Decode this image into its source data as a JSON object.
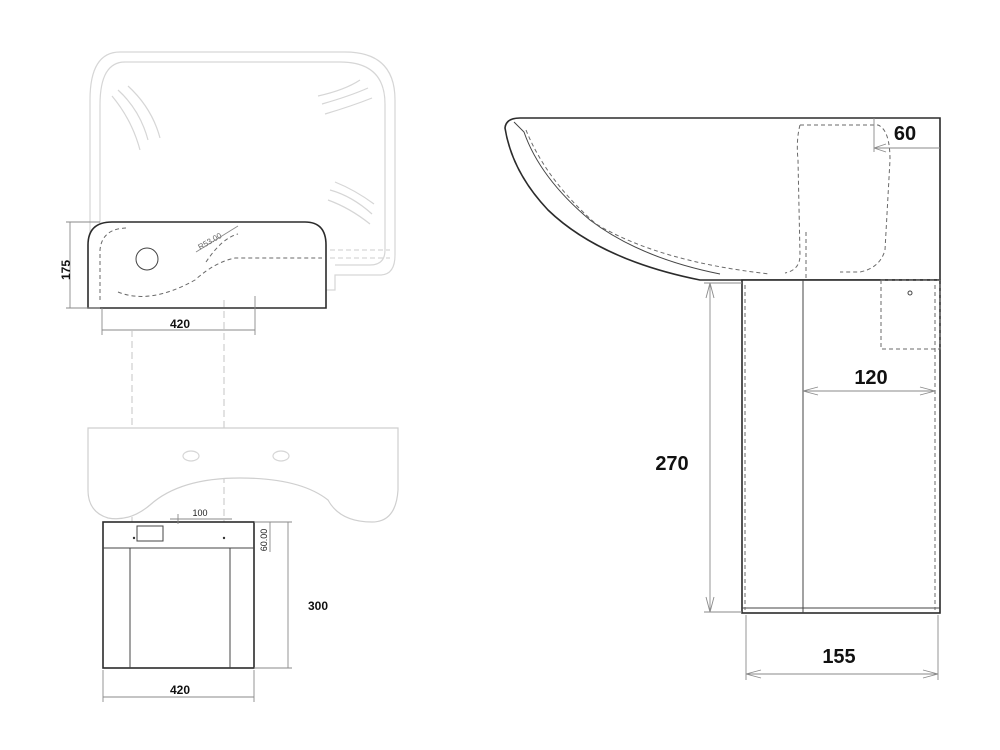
{
  "dimensions": {
    "top_view": {
      "depth": "175",
      "width": "420",
      "radius": "R53.00"
    },
    "front_view": {
      "spacing": "100",
      "offset": "60.00",
      "height": "300",
      "width": "420"
    },
    "side_view": {
      "overhang": "60",
      "offset": "120",
      "height": "270",
      "depth": "155"
    }
  }
}
